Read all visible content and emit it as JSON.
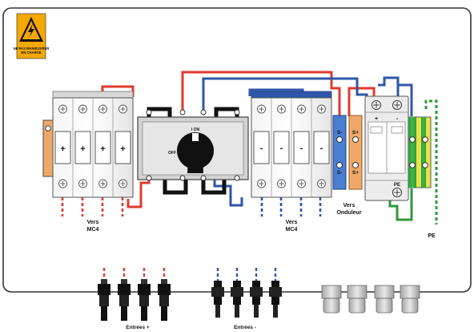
{
  "warning": {
    "text_line1": "NE PAS MANŒUVRER",
    "text_line2": "EN CHARGE",
    "color": "#f5a800"
  },
  "dc_breaker_left": {
    "poles": [
      "+",
      "+",
      "+",
      "+"
    ]
  },
  "switch": {
    "label_on": "I  ON",
    "label_off": "OFF"
  },
  "dc_breaker_right": {
    "poles": [
      "-",
      "-",
      "-",
      "-"
    ]
  },
  "spd": {
    "terminals": [
      "+",
      "-"
    ],
    "pe_label": "PE"
  },
  "distribution_blocks": {
    "blue_top": "S-",
    "blue_bottom": "S-",
    "orange_top": "S+",
    "orange_bottom": "S+"
  },
  "labels": {
    "vers_mc4_left_1": "Vers",
    "vers_mc4_left_2": "MC4",
    "vers_mc4_right_1": "Vers",
    "vers_mc4_right_2": "MC4",
    "vers_onduleur_1": "Vers",
    "vers_onduleur_2": "Onduleur",
    "pe_ground": "PE",
    "entrees_plus": "Entrées +",
    "entrees_minus": "Entrées -"
  },
  "colors": {
    "positive_wire": "#e03a2f",
    "negative_wire": "#2f56a8",
    "ground_wire": "#2e9a3a",
    "terminal_orange": "#f0a868",
    "terminal_blue": "#4a7fd0",
    "ground_block": "#e8e24a"
  }
}
